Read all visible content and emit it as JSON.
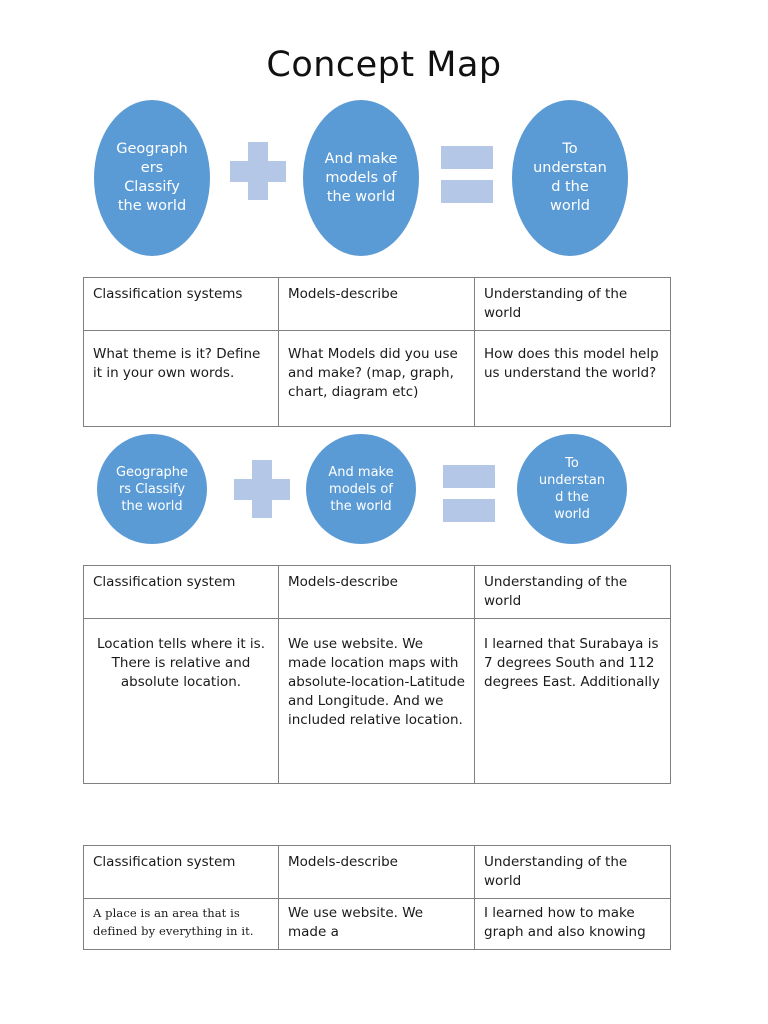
{
  "document": {
    "title": "Concept Map"
  },
  "colors": {
    "shape_fill": "#5B9BD5",
    "operator_fill": "#B4C7E7",
    "shape_text": "#FFFFFF",
    "table_border": "#808080",
    "page_background": "#FFFFFF",
    "body_text": "#1A1A1A"
  },
  "diagrams": [
    {
      "id": "diagram-row-1",
      "shape_type": "ellipse",
      "nodes": [
        {
          "id": "node-geographers-classify",
          "text": "Geograph\ners\nClassify\nthe world"
        },
        {
          "id": "node-make-models",
          "text": "And make\nmodels of\nthe world"
        },
        {
          "id": "node-understand-world",
          "text": "To\nunderstan\nd the\nworld"
        }
      ],
      "operators": [
        {
          "id": "operator-plus",
          "symbol": "+",
          "name": "plus-sign"
        },
        {
          "id": "operator-equals",
          "symbol": "=",
          "name": "equals-sign"
        }
      ]
    },
    {
      "id": "diagram-row-2",
      "shape_type": "circle",
      "nodes": [
        {
          "id": "node-geographers-classify",
          "text": "Geographe\nrs Classify\nthe world"
        },
        {
          "id": "node-make-models",
          "text": "And make\nmodels of\nthe world"
        },
        {
          "id": "node-understand-world",
          "text": "To\nunderstan\nd the\nworld"
        }
      ],
      "operators": [
        {
          "id": "operator-plus",
          "symbol": "+",
          "name": "plus-sign"
        },
        {
          "id": "operator-equals",
          "symbol": "=",
          "name": "equals-sign"
        }
      ]
    }
  ],
  "tables": [
    {
      "id": "table-1",
      "headers": [
        "Classification systems",
        "Models-describe",
        "Understanding of the world"
      ],
      "rows": [
        [
          "What theme is it? Define it in your own words.",
          "What Models did you use and make? (map, graph, chart, diagram etc)",
          "How does this model help us understand the world?"
        ]
      ]
    },
    {
      "id": "table-2",
      "headers": [
        "Classification system",
        "Models-describe",
        "Understanding of the world"
      ],
      "rows": [
        [
          "Location tells where it is. There is relative and absolute location.",
          "We use website. We made location maps with absolute-location-Latitude and Longitude. And we included relative location.",
          "I learned that Surabaya is 7 degrees South and 112 degrees East. Additionally"
        ]
      ]
    },
    {
      "id": "table-3",
      "headers": [
        "Classification system",
        "Models-describe",
        "Understanding of the world"
      ],
      "rows": [
        [
          "A place is an area that is defined by everything in it.",
          "We use website. We made a",
          "I learned how to make graph and also knowing"
        ]
      ]
    }
  ]
}
